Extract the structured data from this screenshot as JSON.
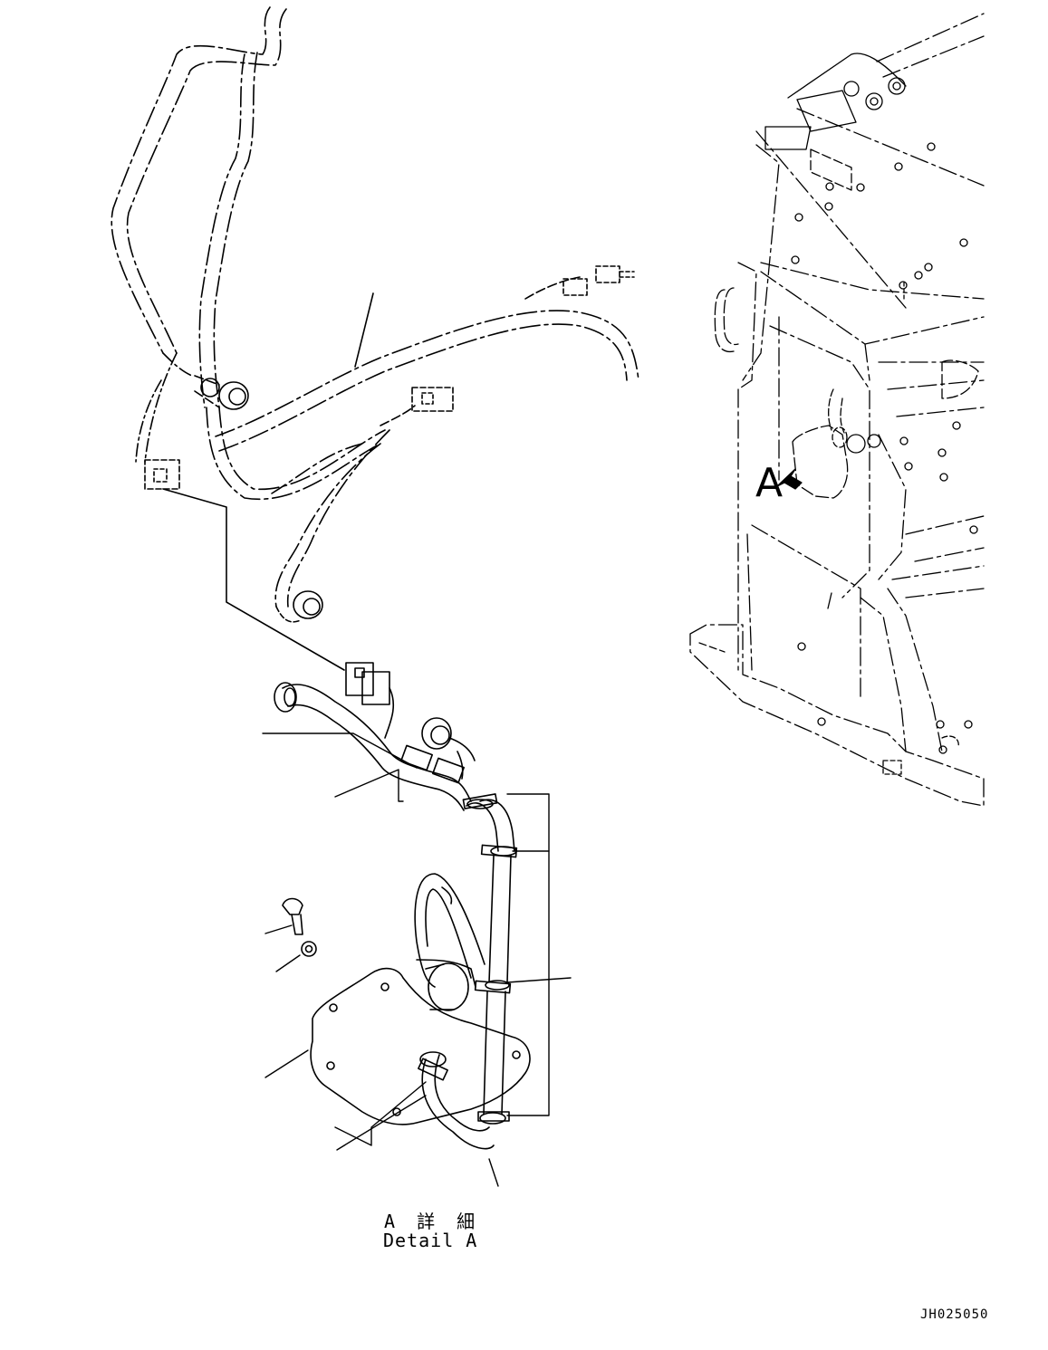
{
  "labels": {
    "view_marker": "A",
    "detail_caption_jp": "A 詳 細",
    "detail_caption_en": "Detail A",
    "drawing_number": "JH025050"
  },
  "colors": {
    "line": "#000000",
    "background": "#ffffff"
  }
}
